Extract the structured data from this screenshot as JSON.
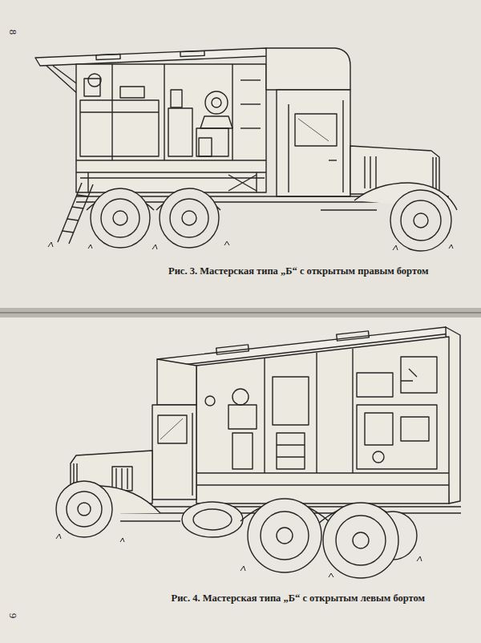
{
  "diagram": {
    "labels": [
      "8",
      "Рис. 3. Мастерская типа „Б“ с открытым правым бортом",
      "9",
      "Рис. 4. Мастерская типа „Б“ с открытым левым бортом"
    ]
  }
}
